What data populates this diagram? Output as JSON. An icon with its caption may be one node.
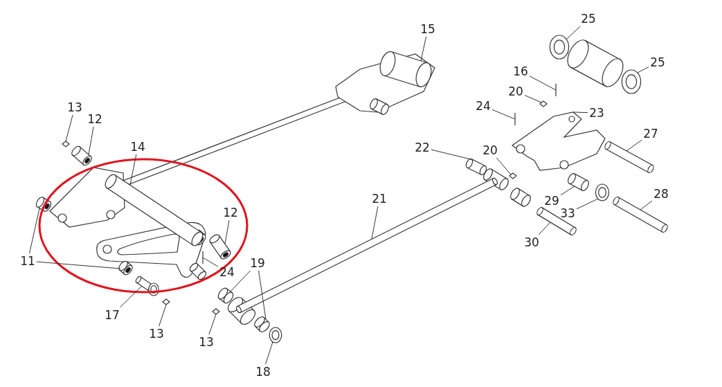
{
  "diagram": {
    "nodes": [
      {
        "text": [
          "15"
        ]
      },
      {
        "text": [
          "25"
        ]
      },
      {
        "text": [
          "25"
        ]
      },
      {
        "text": [
          "16"
        ]
      },
      {
        "text": [
          "20"
        ]
      },
      {
        "text": [
          "24"
        ]
      },
      {
        "text": [
          "23"
        ]
      },
      {
        "text": [
          "27"
        ]
      },
      {
        "text": [
          "22"
        ]
      },
      {
        "text": [
          "20"
        ]
      },
      {
        "text": [
          "21"
        ]
      },
      {
        "text": [
          "28"
        ]
      },
      {
        "text": [
          "29"
        ]
      },
      {
        "text": [
          "33"
        ]
      },
      {
        "text": [
          "30"
        ]
      },
      {
        "text": [
          "13"
        ]
      },
      {
        "text": [
          "12"
        ]
      },
      {
        "text": [
          "14"
        ]
      },
      {
        "text": [
          "12"
        ]
      },
      {
        "text": [
          "11"
        ]
      },
      {
        "text": [
          "24"
        ]
      },
      {
        "text": [
          "19"
        ]
      },
      {
        "text": [
          "17"
        ]
      },
      {
        "text": [
          "13"
        ]
      },
      {
        "text": [
          "13"
        ]
      },
      {
        "text": [
          "18"
        ]
      },
      {
        "text": [],
        "shape": "picture"
      },
      {
        "text": [],
        "shape": "picture"
      },
      {
        "text": [],
        "shape": "picture"
      },
      {
        "text": [],
        "shape": "bar"
      },
      {
        "text": [],
        "shape": "picture"
      },
      {
        "text": [],
        "shape": "bar"
      },
      {
        "text": [],
        "shape": "picture"
      },
      {
        "text": [],
        "shape": "picture"
      },
      {
        "text": [],
        "shape": "picture"
      },
      {
        "text": [],
        "shape": "picture"
      },
      {
        "text": [],
        "shape": "picture"
      },
      {
        "text": [],
        "shape": "picture"
      },
      {
        "text": [],
        "shape": "picture"
      },
      {
        "text": [],
        "shape": "picture"
      },
      {
        "text": [],
        "shape": "picture"
      },
      {
        "text": [],
        "shape": "picture"
      },
      {
        "text": [],
        "shape": "picture"
      },
      {
        "text": [],
        "shape": "picture"
      },
      {
        "text": [],
        "shape": "picture"
      },
      {
        "text": [],
        "shape": "picture"
      },
      {
        "text": [],
        "shape": "picture"
      },
      {
        "text": [],
        "shape": "bar"
      },
      {
        "text": [],
        "shape": "picture"
      },
      {
        "text": [],
        "shape": "picture"
      },
      {
        "text": [],
        "shape": "picture"
      },
      {
        "text": [],
        "shape": "picture"
      },
      {
        "text": [],
        "shape": "picture"
      },
      {
        "text": [],
        "shape": "picture"
      }
    ],
    "edges": [
      {
        "from": 0,
        "to": 26,
        "arrow": "none"
      },
      {
        "from": 1,
        "to": 27,
        "arrow": "none"
      },
      {
        "from": 2,
        "to": 28,
        "arrow": "none"
      },
      {
        "from": 3,
        "to": 29,
        "arrow": "none"
      },
      {
        "from": 4,
        "to": 30,
        "arrow": "none"
      },
      {
        "from": 5,
        "to": 31,
        "arrow": "none"
      },
      {
        "from": 6,
        "to": 32,
        "arrow": "none"
      },
      {
        "from": 7,
        "to": 33,
        "arrow": "none"
      },
      {
        "from": 8,
        "to": 34,
        "arrow": "none"
      },
      {
        "from": 9,
        "to": 35,
        "arrow": "none"
      },
      {
        "from": 10,
        "to": 36,
        "arrow": "none"
      },
      {
        "from": 11,
        "to": 37,
        "arrow": "none"
      },
      {
        "from": 12,
        "to": 38,
        "arrow": "none"
      },
      {
        "from": 13,
        "to": 39,
        "arrow": "none"
      },
      {
        "from": 14,
        "to": 40,
        "arrow": "none"
      },
      {
        "from": 15,
        "to": 41,
        "arrow": "none"
      },
      {
        "from": 16,
        "to": 42,
        "arrow": "none"
      },
      {
        "from": 17,
        "to": 43,
        "arrow": "none"
      },
      {
        "from": 18,
        "to": 44,
        "arrow": "none"
      },
      {
        "from": 19,
        "to": 45,
        "arrow": "none"
      },
      {
        "from": 19,
        "to": 46,
        "arrow": "none"
      },
      {
        "from": 20,
        "to": 47,
        "arrow": "none"
      },
      {
        "from": 21,
        "to": 48,
        "arrow": "none"
      },
      {
        "from": 21,
        "to": 49,
        "arrow": "none"
      },
      {
        "from": 22,
        "to": 50,
        "arrow": "none"
      },
      {
        "from": 23,
        "to": 51,
        "arrow": "none"
      },
      {
        "from": 24,
        "to": 52,
        "arrow": "none"
      },
      {
        "from": 25,
        "to": 53,
        "arrow": "none"
      }
    ]
  }
}
